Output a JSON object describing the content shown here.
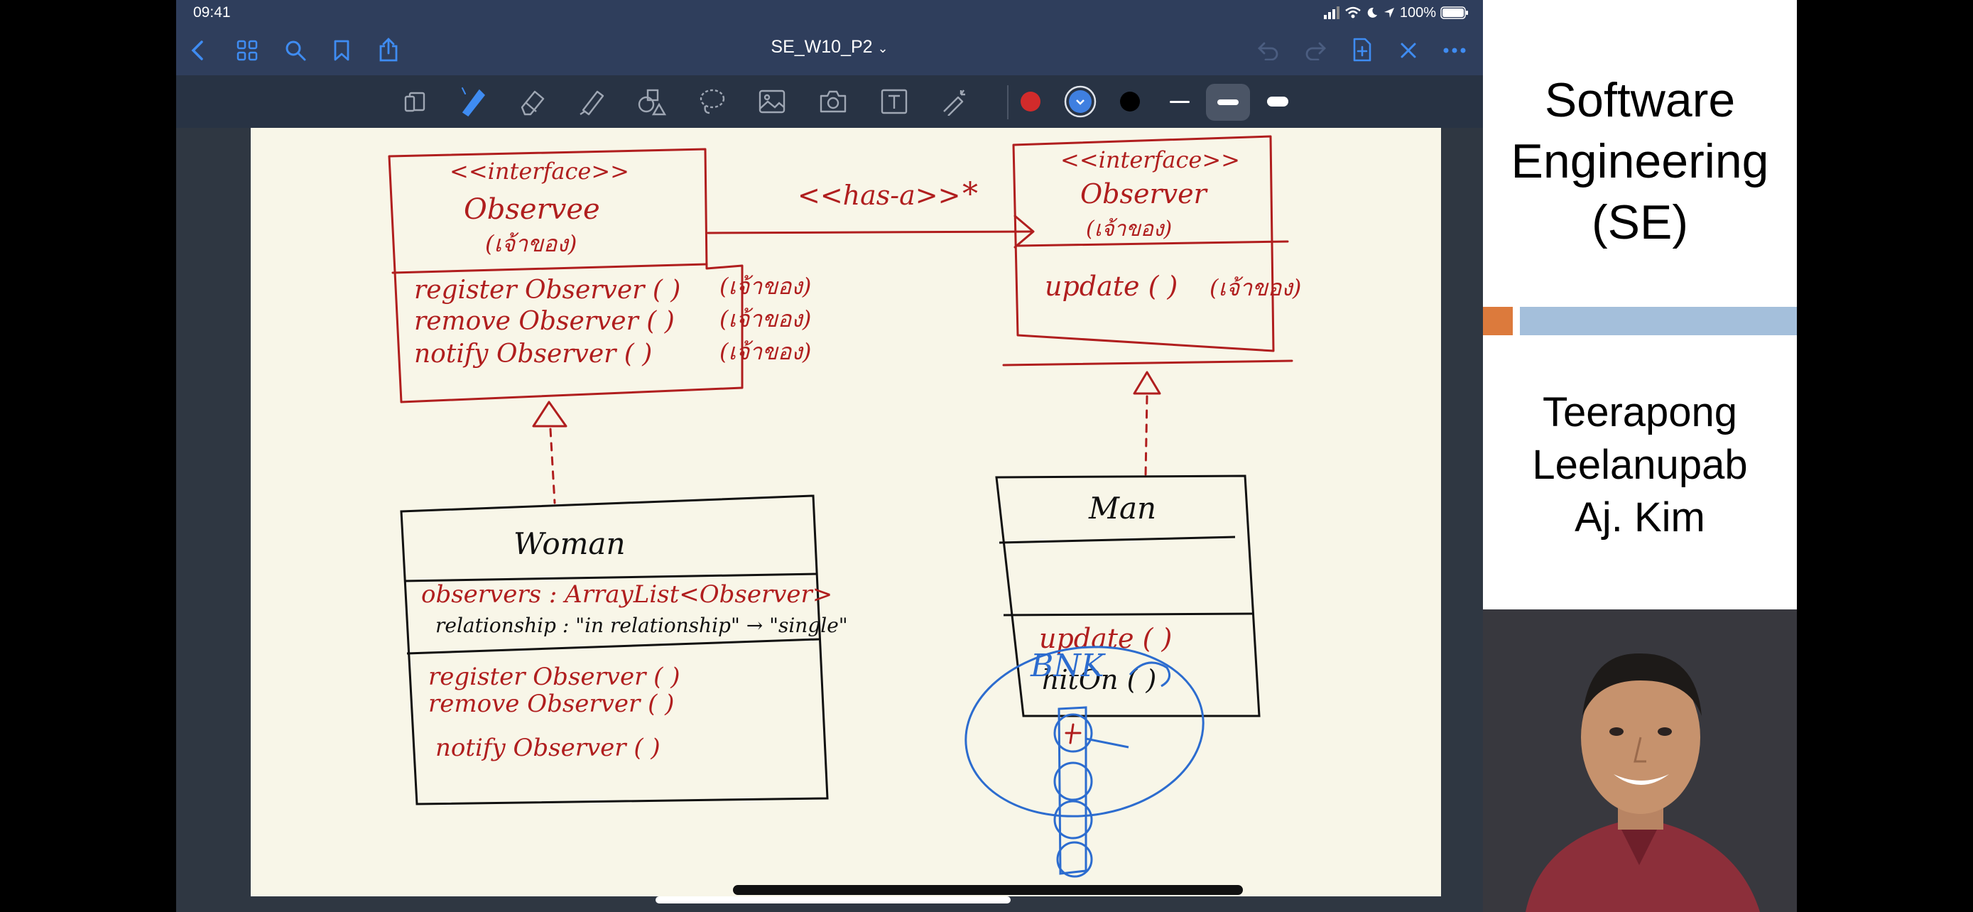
{
  "status_bar": {
    "time": "09:41",
    "battery": "100%"
  },
  "nav_bar": {
    "document_title": "SE_W10_P2",
    "icons": [
      "back-icon",
      "grid-icon",
      "search-icon",
      "bookmark-icon",
      "share-icon",
      "undo-icon",
      "redo-icon",
      "add-page-icon",
      "close-icon",
      "more-icon"
    ]
  },
  "toolbar": {
    "tools": [
      "page-view-icon",
      "pen-icon",
      "eraser-icon",
      "highlighter-icon",
      "shapes-icon",
      "lasso-icon",
      "image-icon",
      "camera-icon",
      "text-icon",
      "laser-pointer-icon"
    ],
    "colors": {
      "red": "#d22b2b",
      "blue": "#3f7fe0",
      "black": "#000000"
    },
    "selected_color": "blue",
    "stroke_widths": [
      "thin",
      "medium",
      "thick"
    ],
    "selected_stroke": "medium"
  },
  "sidebar": {
    "title_line1": "Software",
    "title_line2": "Engineering",
    "title_line3": "(SE)",
    "author_line1": "Teerapong",
    "author_line2": "Leelanupab",
    "author_line3": "Aj. Kim",
    "colors": {
      "orange": "#dc7a3c",
      "blue": "#a4bfdb"
    }
  },
  "notes": {
    "observee": {
      "stereotype": "<<interface>>",
      "name": "Observee",
      "name_note": "(เจ้าของ)",
      "methods": [
        "register Observer ( )",
        "remove Observer ( )",
        "notify Observer ( )"
      ],
      "method_notes": [
        "(เจ้าของ)",
        "(เจ้าของ)",
        "(เจ้าของ)"
      ]
    },
    "association": {
      "label": "<<has-a>>",
      "multiplicity": "*"
    },
    "observer": {
      "stereotype": "<<interface>>",
      "name": "Observer",
      "name_note": "(เจ้าของ)",
      "method": "update ( )",
      "method_note": "(เจ้าของ)"
    },
    "woman": {
      "name": "Woman",
      "attr1": "observers : ArrayList<Observer>",
      "attr2": "relationship : \"in relationship\" → \"single\"",
      "methods": [
        "register Observer ( )",
        "remove Observer ( )",
        "notify Observer ( )"
      ]
    },
    "man": {
      "name": "Man",
      "methods": [
        "update ( )",
        "hitOn ( )"
      ]
    },
    "bnk": {
      "label": "BNK"
    }
  }
}
